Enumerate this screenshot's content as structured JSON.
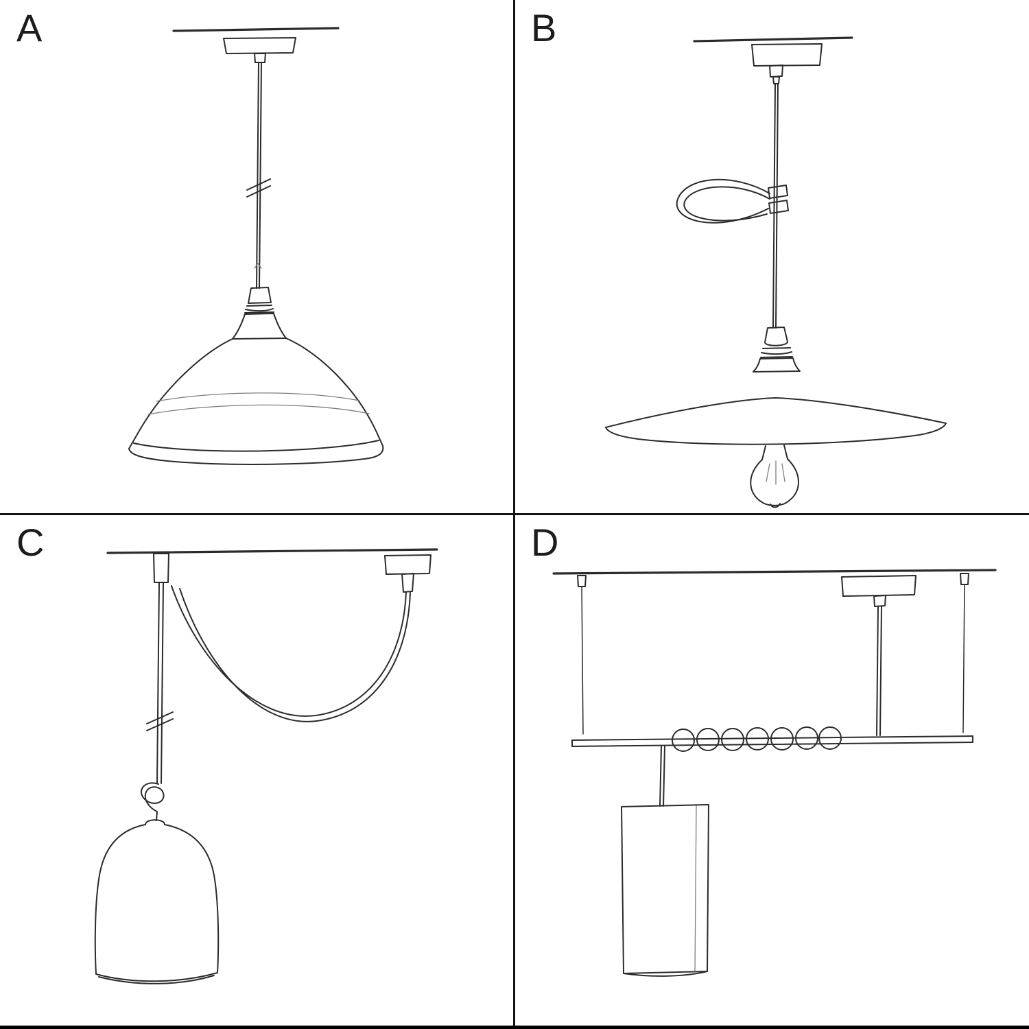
{
  "page": {
    "background_color": "#ffffff",
    "ink_color": "#2b2b2b",
    "divider_color": "#141414"
  },
  "panels": [
    {
      "label": "A",
      "sketch_name": "pendant-lamp-straight-cable-industrial-bowl-shade-sketch"
    },
    {
      "label": "B",
      "sketch_name": "pendant-lamp-cable-loop-flat-plate-shade-exposed-bulb-sketch"
    },
    {
      "label": "C",
      "sketch_name": "swag-pendant-lamp-knotted-cable-bell-shade-sketch"
    },
    {
      "label": "D",
      "sketch_name": "ceiling-bar-suspension-coiled-cable-tube-shade-sketch"
    }
  ]
}
